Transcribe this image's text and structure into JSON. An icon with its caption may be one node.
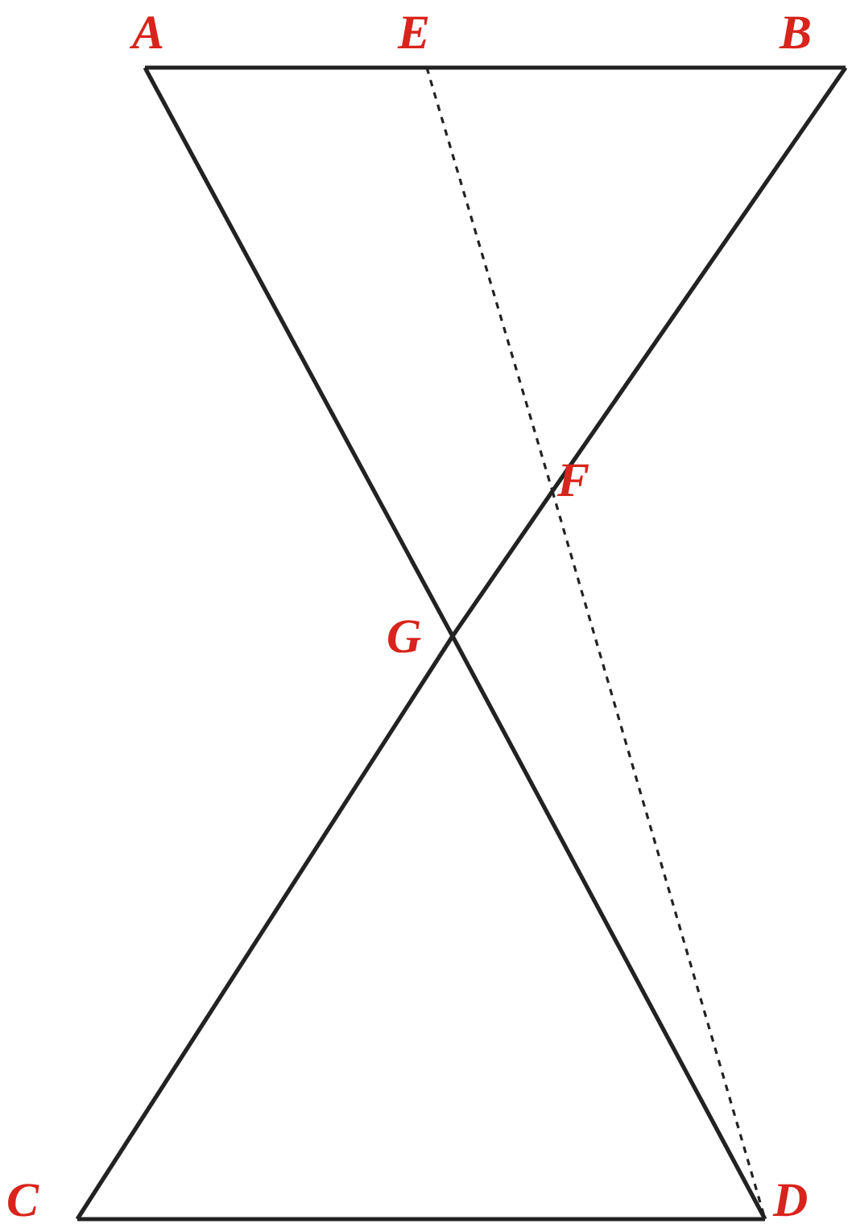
{
  "diagram": {
    "nodes": [
      {
        "text": [
          "A"
        ]
      },
      {
        "text": [
          "E"
        ]
      },
      {
        "text": [
          "B"
        ]
      },
      {
        "text": [
          "F"
        ]
      },
      {
        "text": [
          "G"
        ]
      },
      {
        "text": [
          "C"
        ]
      },
      {
        "text": [
          "D"
        ]
      }
    ],
    "edges": [
      {
        "from": 0,
        "to": 1,
        "arrow": "none"
      },
      {
        "from": 1,
        "to": 2,
        "arrow": "none"
      },
      {
        "from": 0,
        "to": 4,
        "arrow": "none"
      },
      {
        "from": 4,
        "to": 6,
        "arrow": "none"
      },
      {
        "from": 2,
        "to": 3,
        "arrow": "none"
      },
      {
        "from": 3,
        "to": 4,
        "arrow": "none"
      },
      {
        "from": 4,
        "to": 5,
        "arrow": "none"
      },
      {
        "from": 5,
        "to": 6,
        "arrow": "none"
      },
      {
        "from": 1,
        "to": 3,
        "arrow": "none",
        "style": "dashed"
      },
      {
        "from": 3,
        "to": 6,
        "arrow": "none",
        "style": "dashed"
      }
    ]
  }
}
